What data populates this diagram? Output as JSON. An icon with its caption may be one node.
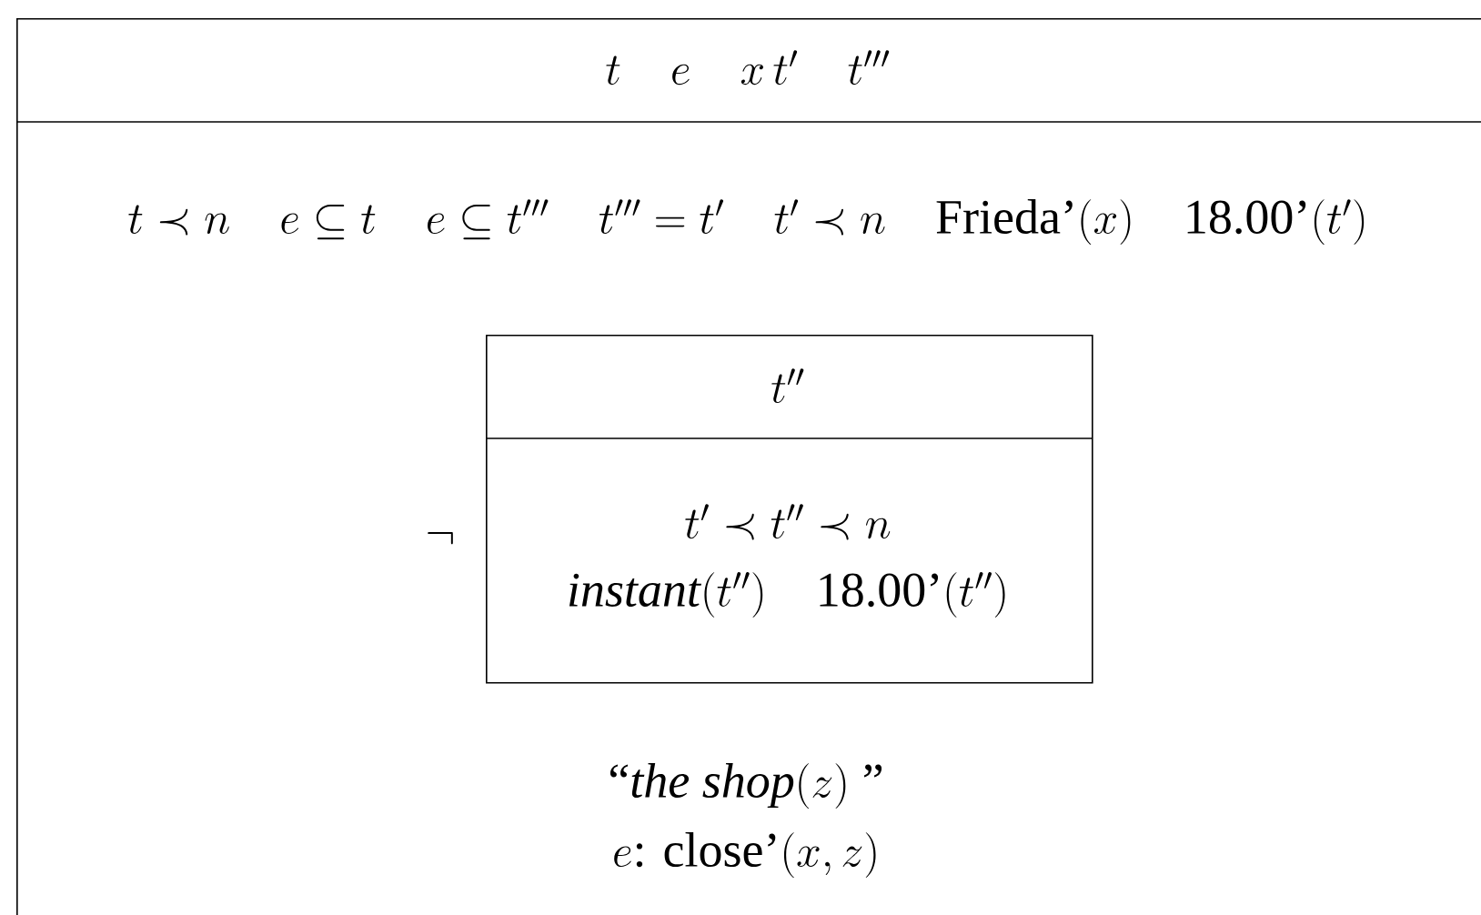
{
  "diagram": {
    "nodes": [
      {
        "text": [
          "t \\quad e \\quad x\\, t' \\quad t'''",
          "t \\prec n \\quad e \\subseteq t \\quad e \\subseteq t''' \\quad t''' = t' \\quad t' \\prec n \\quad \\mbox{Frieda'}(x) \\quad \\mbox{18.00'}(t')",
          "\\mbox{``}\\mathit{the\\ shop}(z)\\;\\mbox{''}",
          "e\\mbox{: close'}(x,z)"
        ]
      },
      {
        "text": [
          "t''",
          "t' \\prec t'' \\prec n",
          "\\mathit{instant}(t'') \\quad \\mbox{18.00'}(t'')"
        ],
        "in": 0,
        "beside": [
          "\\neg"
        ]
      }
    ]
  }
}
